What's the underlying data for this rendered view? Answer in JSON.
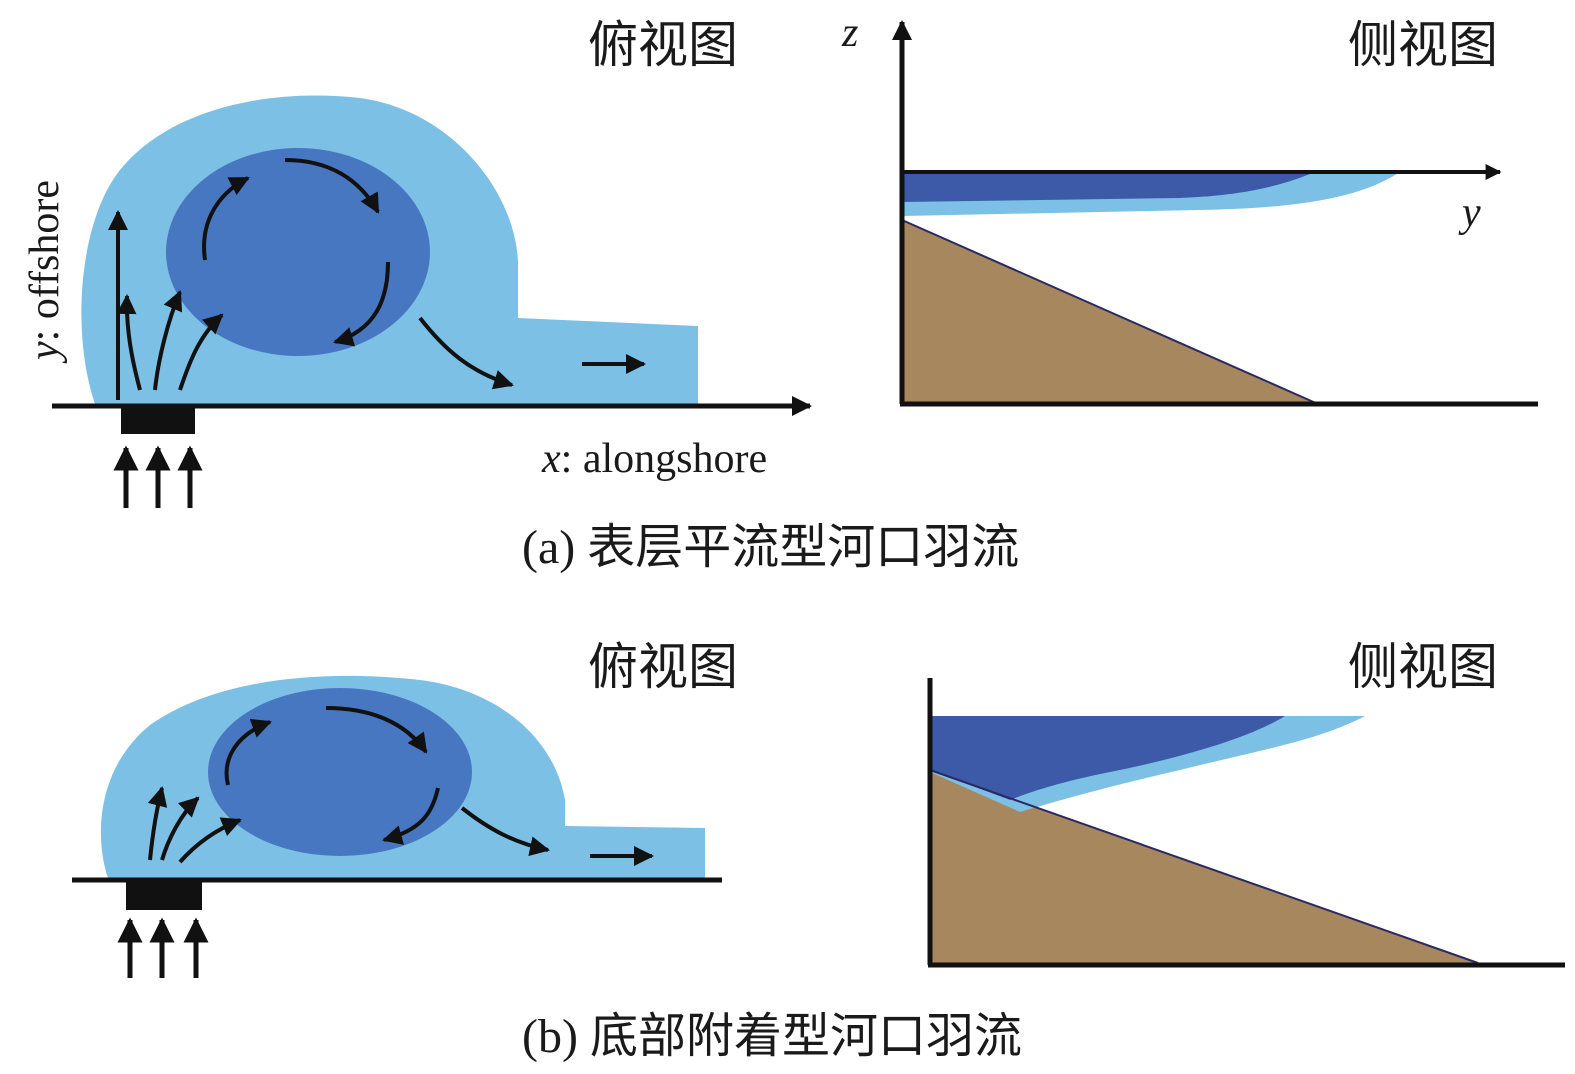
{
  "panel_a": {
    "top_view_label": "俯视图",
    "side_view_label": "侧视图",
    "y_axis_var": "y",
    "y_axis_desc": ": offshore",
    "x_axis_var": "x",
    "x_axis_desc": ": alongshore",
    "z_axis_label": "z",
    "side_y_axis_label": "y",
    "caption": "(a) 表层平流型河口羽流"
  },
  "panel_b": {
    "top_view_label": "俯视图",
    "side_view_label": "侧视图",
    "caption": "(b) 底部附着型河口羽流"
  },
  "colors": {
    "plume_light": "#7cc0e6",
    "plume_dark": "#4777c0",
    "plume_core": "#3d5aa8",
    "seabed": "#a7875d",
    "line": "#111111"
  }
}
